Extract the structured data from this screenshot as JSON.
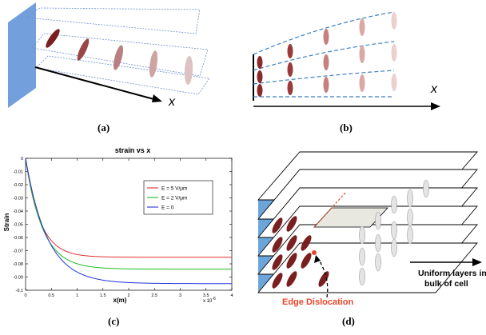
{
  "captions": {
    "a": "(a)",
    "b": "(b)",
    "c": "(c)",
    "d": "(d)"
  },
  "panel_a": {
    "axis_label": "x"
  },
  "panel_b": {
    "axis_label": "x"
  },
  "panel_d": {
    "edge_label": "Edge Dislocation",
    "uniform_label_line1": "Uniform layers in",
    "uniform_label_line2": "bulk of cell",
    "colors": {
      "blue": "#5b9bd5",
      "dislocation": "#e8462a",
      "ellipse_dark": "#7a1f1f"
    }
  },
  "chart_data": {
    "type": "line",
    "title": "strain vs x",
    "xlabel": "x(m)",
    "ylabel": "Strain",
    "x_multiplier_label": "x 10",
    "x_multiplier_exp": "-6",
    "xlim": [
      0,
      4
    ],
    "ylim": [
      -0.1,
      0
    ],
    "xticks": [
      "0",
      "0.5",
      "1",
      "1.5",
      "2",
      "2.5",
      "3",
      "3.5",
      "4"
    ],
    "yticks": [
      "0",
      "-0.01",
      "-0.02",
      "-0.03",
      "-0.04",
      "-0.05",
      "-0.06",
      "-0.07",
      "-0.08",
      "-0.09",
      "-0.1"
    ],
    "legend_position": "top-right",
    "series": [
      {
        "name": "E = 5 V/μm",
        "color": "#e03030",
        "plateau": -0.075,
        "tau": 0.28
      },
      {
        "name": "E = 2 V/μm",
        "color": "#22bb22",
        "plateau": -0.084,
        "tau": 0.33
      },
      {
        "name": "E = 0",
        "color": "#2233dd",
        "plateau": -0.095,
        "tau": 0.42
      }
    ]
  }
}
